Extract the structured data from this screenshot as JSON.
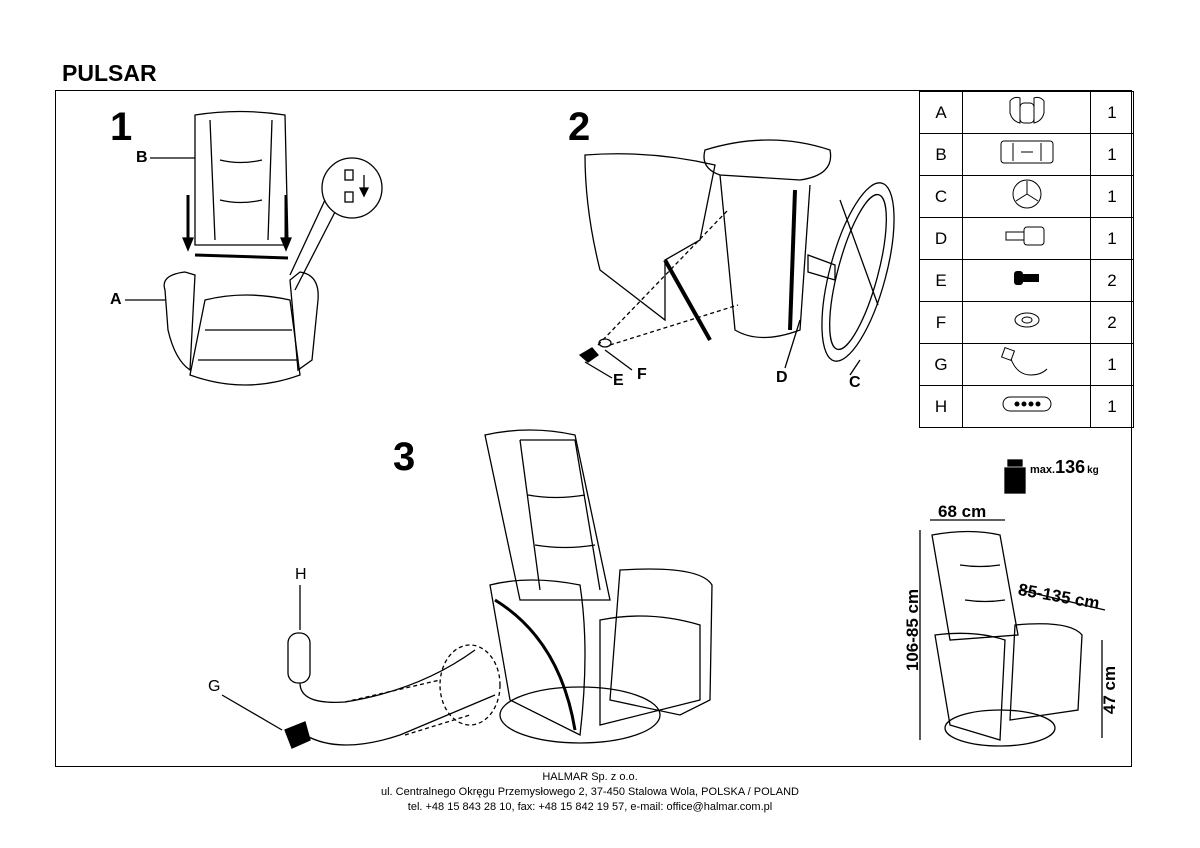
{
  "title": "PULSAR",
  "steps": {
    "s1": "1",
    "s2": "2",
    "s3": "3"
  },
  "labels": {
    "a": "A",
    "b": "B",
    "c": "C",
    "d": "D",
    "e": "E",
    "f": "F",
    "g": "G",
    "h": "H"
  },
  "parts": [
    {
      "letter": "A",
      "icon": "chair-base-icon",
      "qty": "1"
    },
    {
      "letter": "B",
      "icon": "backrest-icon",
      "qty": "1"
    },
    {
      "letter": "C",
      "icon": "swivel-base-icon",
      "qty": "1"
    },
    {
      "letter": "D",
      "icon": "connector-pipe-icon",
      "qty": "1"
    },
    {
      "letter": "E",
      "icon": "bolt-icon",
      "qty": "2"
    },
    {
      "letter": "F",
      "icon": "washer-icon",
      "qty": "2"
    },
    {
      "letter": "G",
      "icon": "power-adapter-icon",
      "qty": "1"
    },
    {
      "letter": "H",
      "icon": "remote-control-icon",
      "qty": "1"
    }
  ],
  "max_load": {
    "prefix": "max.",
    "value": "136",
    "unit": "kg"
  },
  "dimensions": {
    "width": "68 cm",
    "height": "106-85 cm",
    "depth": "85-135 cm",
    "seat_height": "47 cm"
  },
  "footer": {
    "company": "HALMAR Sp. z o.o.",
    "address": "ul. Centralnego Okręgu Przemysłowego 2, 37-450 Stalowa Wola, POLSKA / POLAND",
    "contact": "tel. +48 15 843 28 10, fax: +48 15 842 19 57, e-mail: office@halmar.com.pl"
  }
}
